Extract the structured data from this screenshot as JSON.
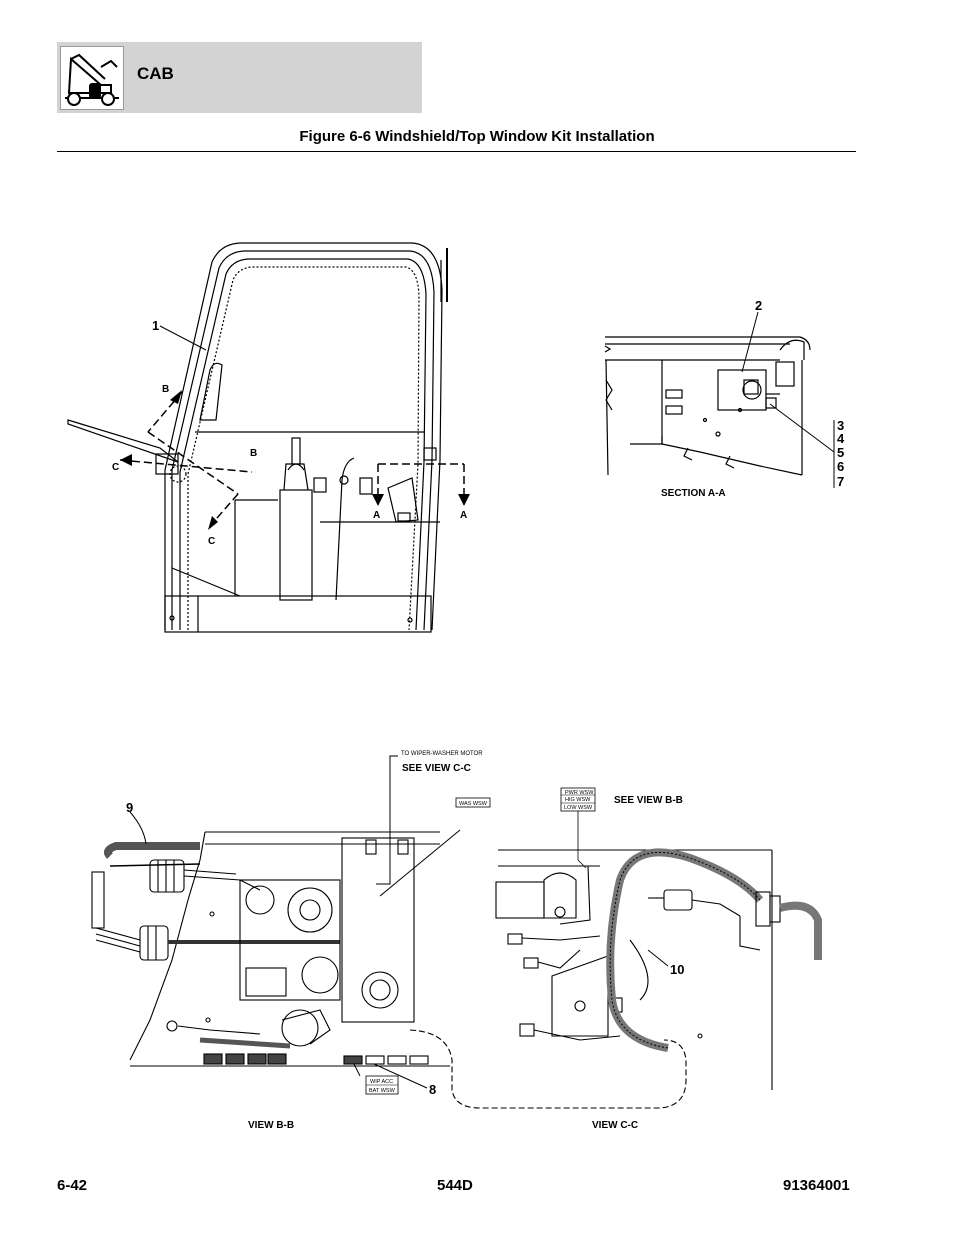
{
  "header": {
    "section_title": "CAB",
    "icon": "skid-steer-loader-icon"
  },
  "figure": {
    "title": "Figure 6-6 Windshield/Top Window Kit Installation"
  },
  "callouts": {
    "c1": "1",
    "c2": "2",
    "c3": "3",
    "c4": "4",
    "c5": "5",
    "c6": "6",
    "c7": "7",
    "c8": "8",
    "c9": "9",
    "c10": "10"
  },
  "section_markers": {
    "b_upper": "B",
    "b_lower": "B",
    "c_left": "C",
    "c_lower": "C",
    "a_left": "A",
    "a_right": "A"
  },
  "view_labels": {
    "section_aa": "SECTION A-A",
    "view_bb": "VIEW B-B",
    "view_cc": "VIEW C-C",
    "see_view_cc": "SEE VIEW C-C",
    "see_view_bb": "SEE VIEW B-B",
    "to_wiper_motor": "TO WIPER-WASHER MOTOR"
  },
  "wire_tags": {
    "was_wsw": "WAS WSW",
    "pwr_wsw": "PWR WSW",
    "hig_wsw": "HIG WSW",
    "low_wsw": "LOW WSW",
    "wip_acc": "WIP ACC",
    "bat_wsw": "BAT WSW"
  },
  "footer": {
    "page_number": "6-42",
    "model": "544D",
    "doc_number": "91364001"
  }
}
